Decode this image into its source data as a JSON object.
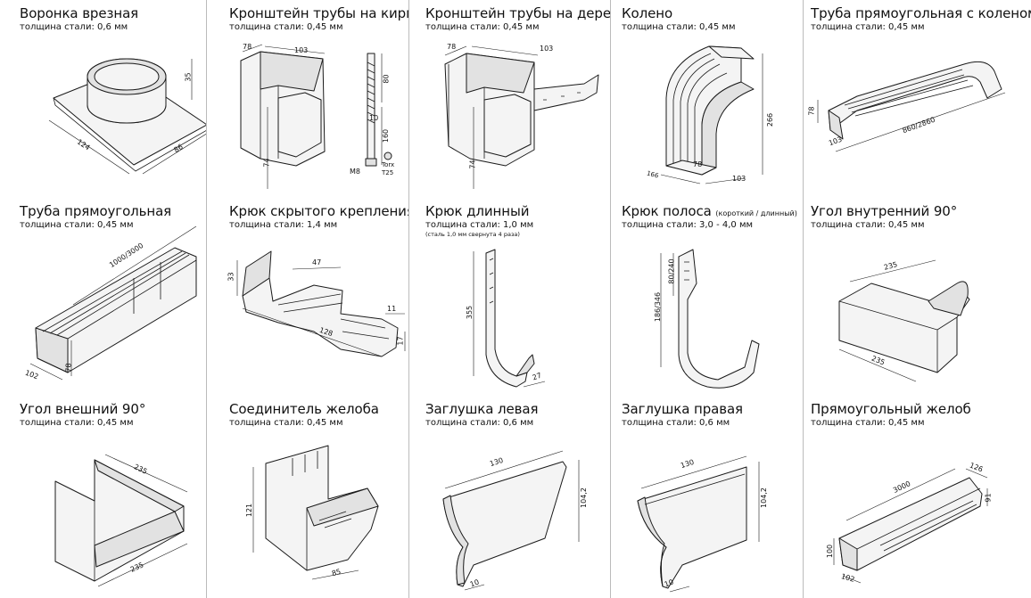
{
  "products": [
    {
      "title": "Воронка врезная",
      "subtitle": "толщина стали: 0,6 мм",
      "dims": [
        "35",
        "124",
        "86"
      ]
    },
    {
      "title": "Кронштейн трубы на кирпич",
      "subtitle": "толщина стали: 0,45 мм",
      "dims": [
        "78",
        "103",
        "80",
        "10",
        "160",
        "74",
        "M8",
        "Torx",
        "T25"
      ]
    },
    {
      "title": "Кронштейн трубы на дерево",
      "subtitle": "толщина стали: 0,45 мм",
      "dims": [
        "78",
        "103",
        "74"
      ]
    },
    {
      "title": "Колено",
      "subtitle": "толщина стали: 0,45 мм",
      "dims": [
        "266",
        "78",
        "166",
        "103"
      ]
    },
    {
      "title": "Труба прямоугольная с коленом",
      "subtitle": "толщина стали: 0,45 мм",
      "dims": [
        "78",
        "103",
        "860/2860"
      ]
    },
    {
      "title": "Труба прямоугольная",
      "subtitle": "толщина стали: 0,45 мм",
      "dims": [
        "1000/3000",
        "78",
        "102"
      ]
    },
    {
      "title": "Крюк скрытого крепления",
      "subtitle": "толщина стали: 1,4 мм",
      "dims": [
        "33",
        "47",
        "11",
        "128",
        "17"
      ]
    },
    {
      "title": "Крюк длинный",
      "subtitle": "толщина стали: 1,0 мм",
      "note": "(сталь 1,0 мм свернута 4 раза)",
      "dims": [
        "355",
        "27"
      ]
    },
    {
      "title": "Крюк полоса",
      "title_small": "(короткий / длинный)",
      "subtitle": "толщина стали: 3,0 - 4,0 мм",
      "dims": [
        "186/346",
        "80/240"
      ]
    },
    {
      "title": "Угол внутренний 90°",
      "subtitle": "толщина стали: 0,45 мм",
      "dims": [
        "235",
        "235"
      ]
    },
    {
      "title": "Угол внешний 90°",
      "subtitle": "толщина стали: 0,45 мм",
      "dims": [
        "235",
        "235"
      ]
    },
    {
      "title": "Соединитель желоба",
      "subtitle": "толщина стали: 0,45 мм",
      "dims": [
        "121",
        "85"
      ]
    },
    {
      "title": "Заглушка левая",
      "subtitle": "толщина стали: 0,6 мм",
      "dims": [
        "130",
        "104,2",
        "10"
      ]
    },
    {
      "title": "Заглушка правая",
      "subtitle": "толщина стали: 0,6 мм",
      "dims": [
        "130",
        "104,2",
        "10"
      ]
    },
    {
      "title": "Прямоугольный желоб",
      "subtitle": "толщина стали: 0,45 мм",
      "dims": [
        "3000",
        "126",
        "91",
        "100",
        "102"
      ]
    }
  ]
}
